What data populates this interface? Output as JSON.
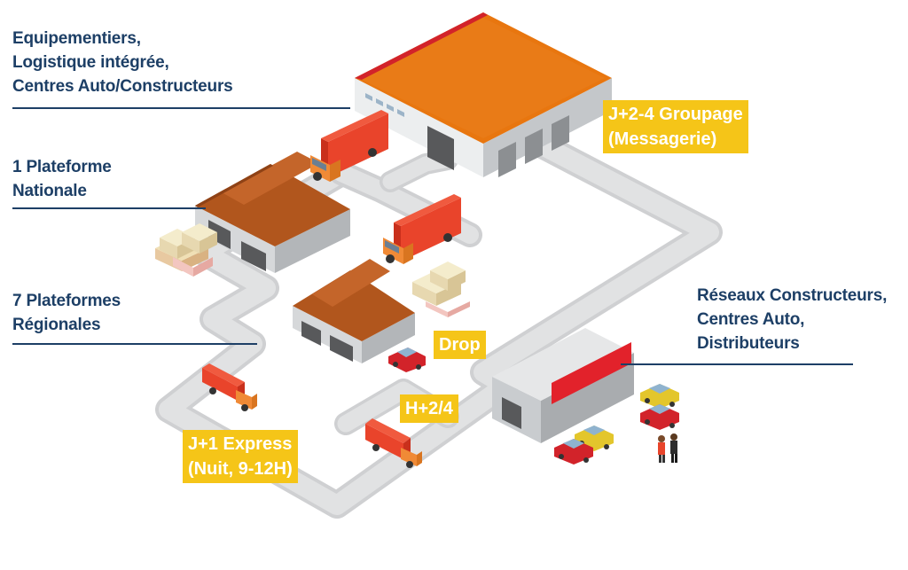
{
  "labels": {
    "equipementiers": [
      "Equipementiers,",
      "Logistique intégrée,",
      "Centres Auto/Constructeurs"
    ],
    "plateforme_nationale": [
      "1 Plateforme",
      "Nationale"
    ],
    "plateformes_regionales": [
      "7 Plateformes",
      "Régionales"
    ],
    "reseaux": [
      "Réseaux Constructeurs,",
      "Centres Auto,",
      "Distributeurs"
    ]
  },
  "tags": {
    "groupage": [
      "J+2-4 Groupage",
      "(Messagerie)"
    ],
    "drop": "Drop",
    "h24": "H+2/4",
    "express": [
      "J+1 Express",
      "(Nuit, 9-12H)"
    ]
  },
  "colors": {
    "label_text": "#1d3f66",
    "leader_line": "#1d3f66",
    "tag_background": "#f5c518",
    "tag_text": "#ffffff",
    "road": "#dadbdc",
    "roof_orange": "#e8760f",
    "warehouse_roof": "#b1561d",
    "truck_red": "#e9442b",
    "car_red": "#d2232a",
    "car_yellow": "#e3c62c"
  }
}
